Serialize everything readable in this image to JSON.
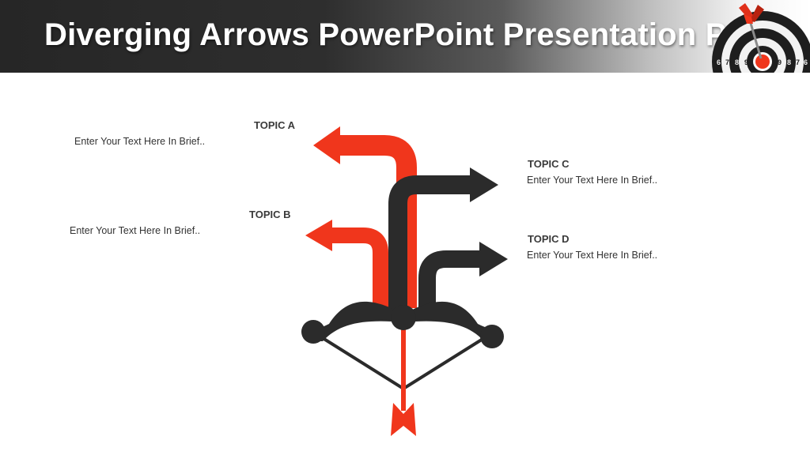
{
  "slide": {
    "title": "Diverging Arrows PowerPoint Presentation PPT"
  },
  "colors": {
    "accent": "#F0361C",
    "dark": "#2B2B2B",
    "header_dark": "#262626"
  },
  "target_icon": {
    "icon": "dartboard-icon",
    "numbers": [
      "6",
      "7",
      "8",
      "9",
      "8",
      "9",
      "8",
      "7",
      "6"
    ]
  },
  "topics": {
    "a": {
      "heading": "TOPIC A",
      "text": "Enter Your Text Here In Brief.."
    },
    "b": {
      "heading": "TOPIC B",
      "text": "Enter Your Text Here In Brief.."
    },
    "c": {
      "heading": "TOPIC C",
      "text": "Enter Your Text Here In Brief.."
    },
    "d": {
      "heading": "TOPIC D",
      "text": "Enter Your Text Here In Brief.."
    }
  }
}
